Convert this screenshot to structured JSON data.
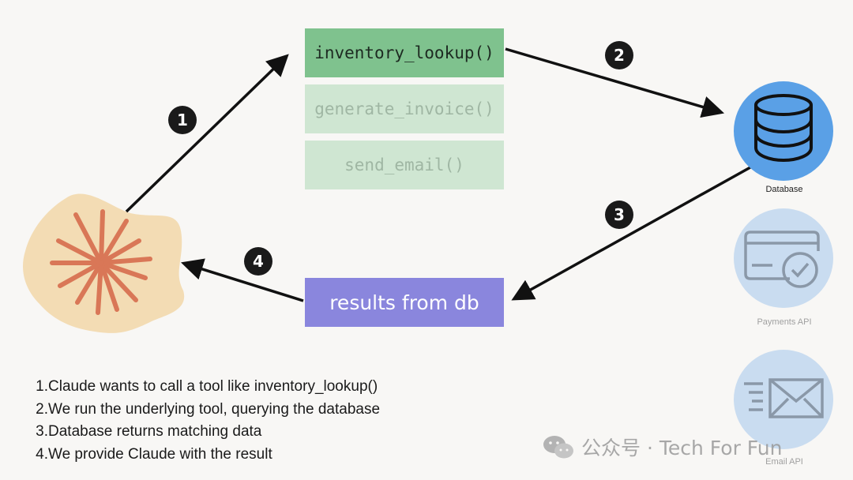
{
  "tools": {
    "active": "inventory_lookup()",
    "items": [
      "generate_invoice()",
      "send_email()"
    ]
  },
  "results": "results from db",
  "badges": [
    "1",
    "2",
    "3",
    "4"
  ],
  "services": {
    "database": "Database",
    "payments": "Payments API",
    "email": "Email API"
  },
  "steps": [
    {
      "num": "1.",
      "text": "Claude wants to call a tool like inventory_lookup()"
    },
    {
      "num": "2.",
      "text": "We run the underlying tool, querying the database"
    },
    {
      "num": "3.",
      "text": "Database returns matching data"
    },
    {
      "num": "4.",
      "text": "We provide Claude with the result"
    }
  ],
  "watermark": "公众号 · Tech For Fun",
  "colors": {
    "tool_active": "#7fc28e",
    "tool_dim": "#cfe6d2",
    "results": "#8a86dd",
    "database": "#5aa0e6",
    "service_dim": "#c9dcf0",
    "claude_blob": "#f3dcb4",
    "claude_star": "#d97757"
  }
}
